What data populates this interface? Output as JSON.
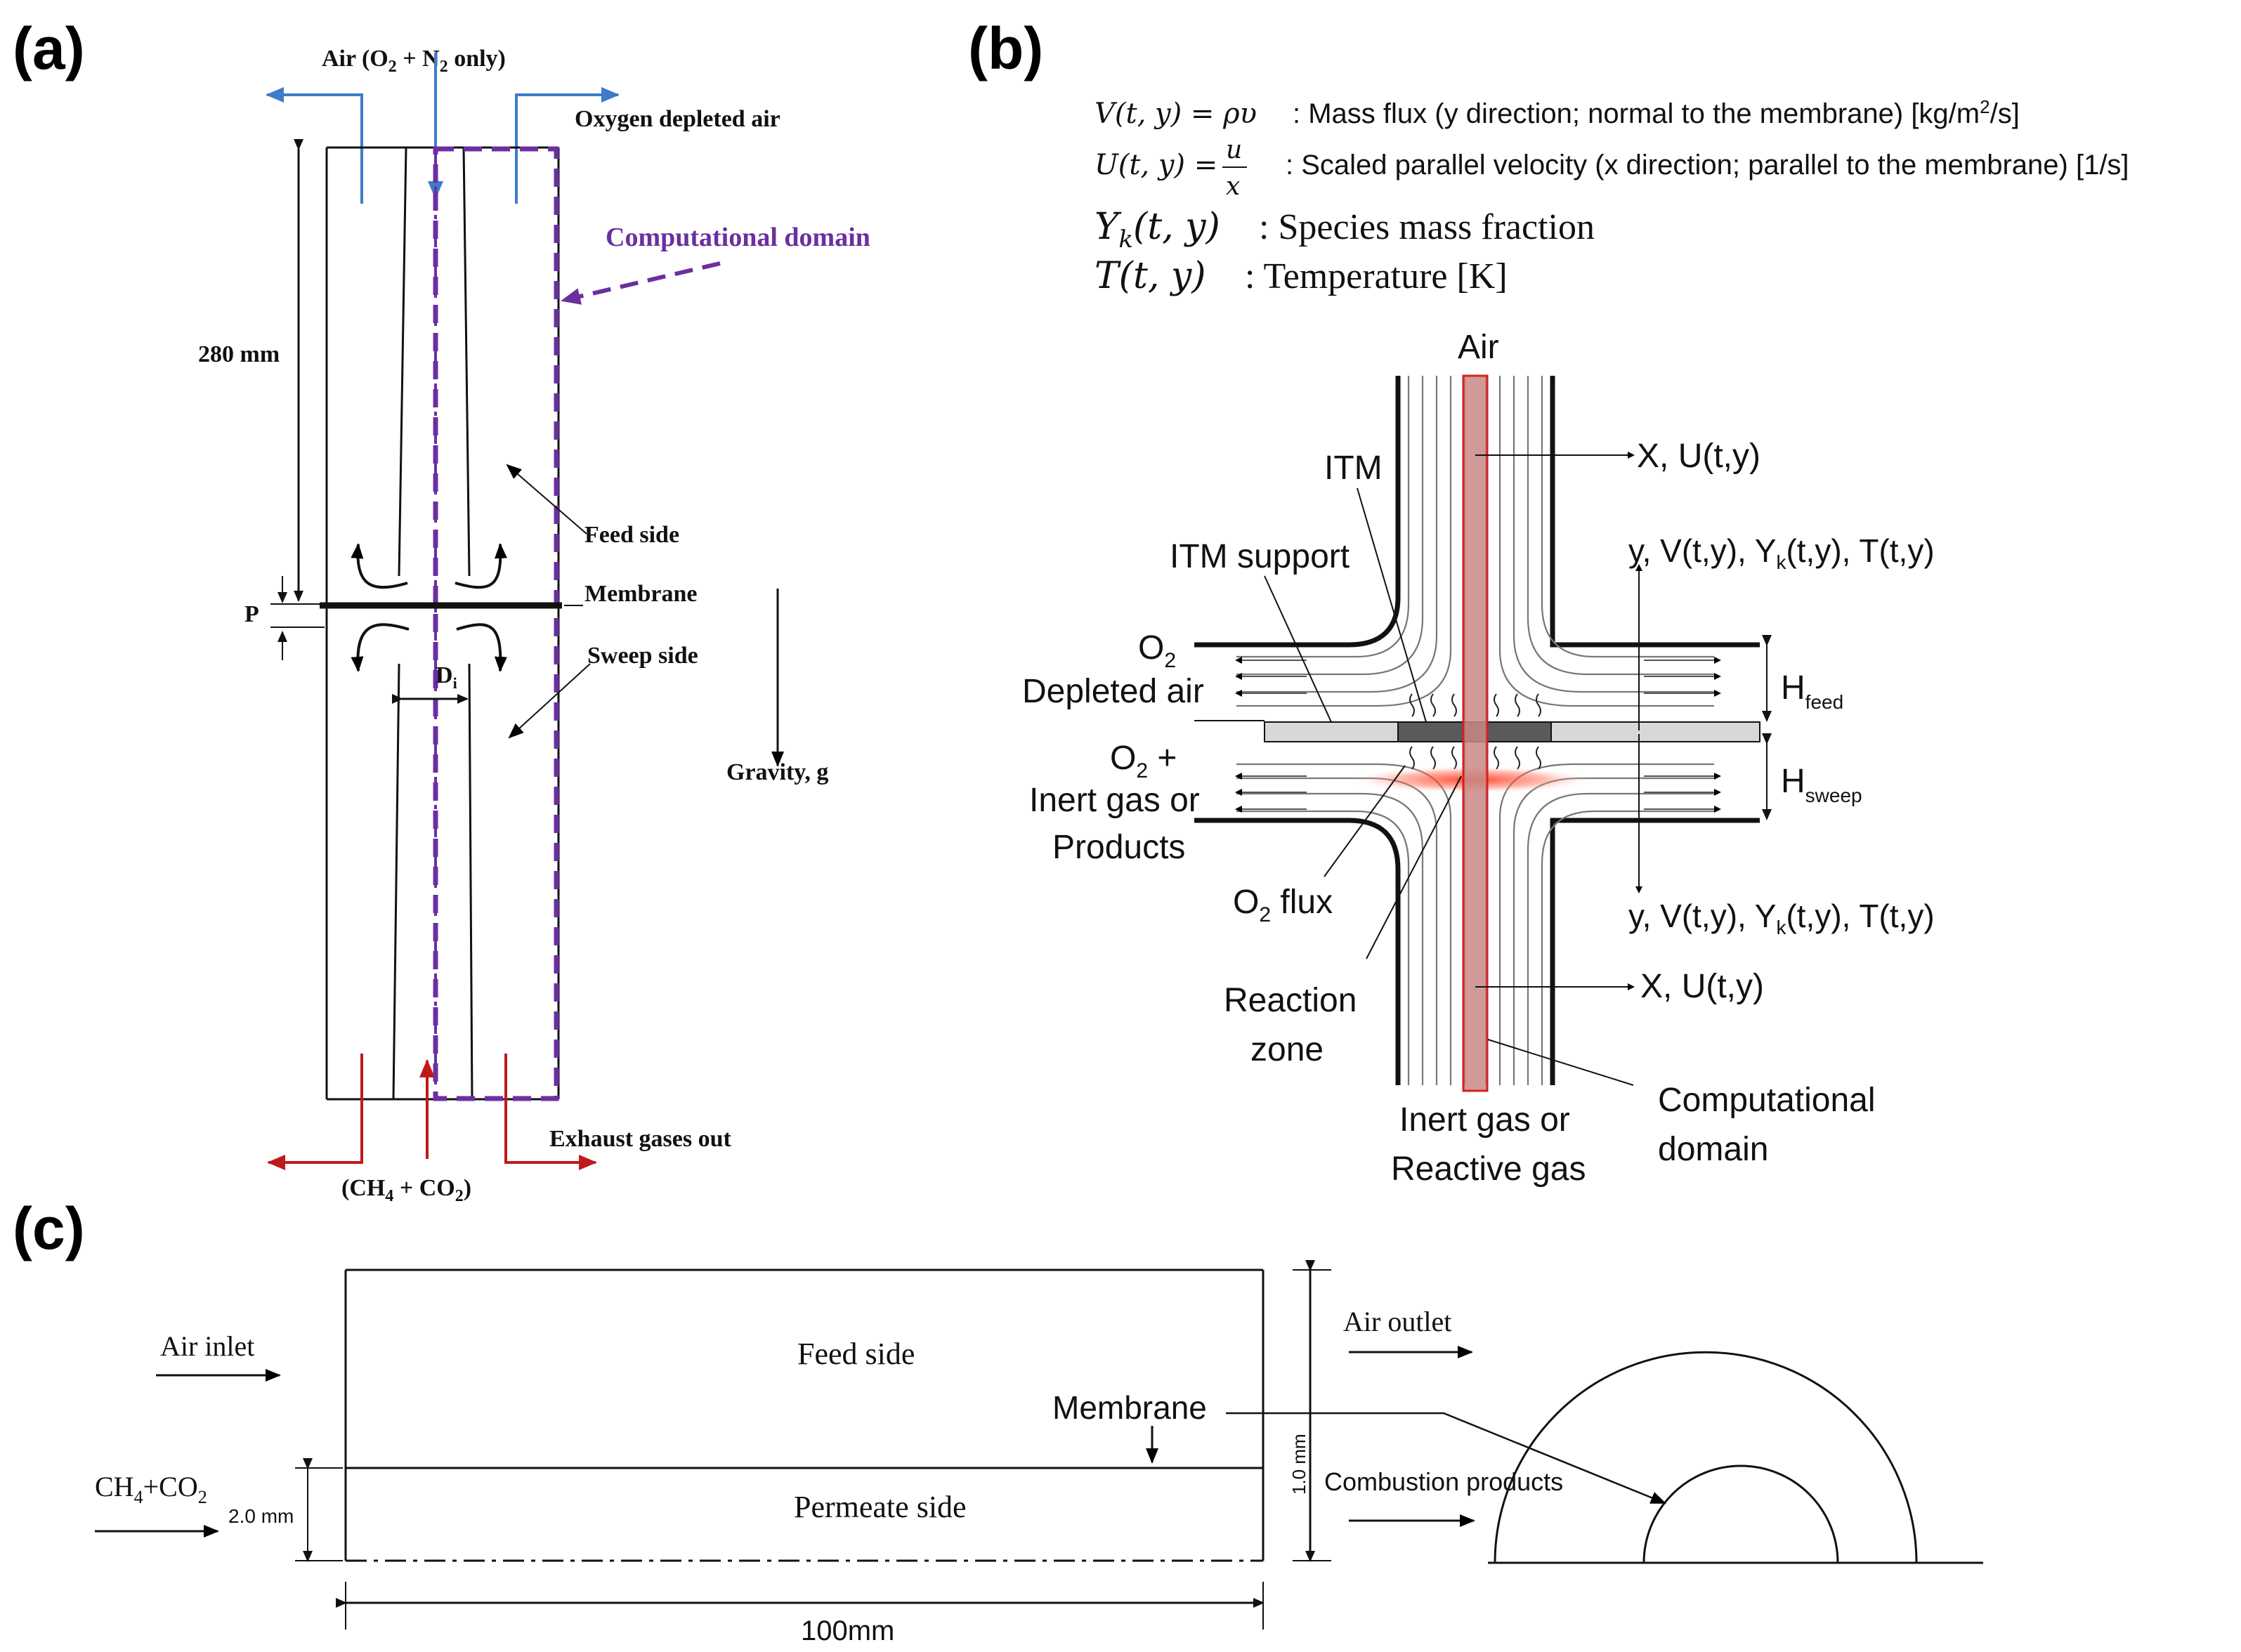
{
  "panel_a": {
    "label": "(a)",
    "air_in": "Air (O",
    "air_in_sub": "2",
    "air_in_mid": " + N",
    "air_in_sub2": "2",
    "air_in_end": " only)",
    "oxygen_depleted": "Oxygen depleted air",
    "computational_domain": "Computational  domain",
    "length": "280 mm",
    "feed_side": "Feed side",
    "membrane": "Membrane",
    "p_label": "P",
    "sweep_side": "Sweep side",
    "di_label": "D",
    "di_sub": "i",
    "gravity": "Gravity, g",
    "exhaust": "Exhaust gases out",
    "ch4_a": "(CH",
    "ch4_sub": "4",
    "ch4_b": " + CO",
    "co2_sub": "2",
    "ch4_c": ")",
    "colors": {
      "blue": "#3d7cc9",
      "red": "#c0191b",
      "purple": "#6b2fa0"
    }
  },
  "panel_b": {
    "label": "(b)",
    "eq1_lhs": "V(t, y) = ρυ",
    "eq1_desc": ": Mass flux (y direction; normal to the membrane) [kg/m",
    "eq1_sup": "2",
    "eq1_end": "/s]",
    "eq2_lhs": "U(t, y) =",
    "eq2_num": "u",
    "eq2_den": "x",
    "eq2_desc": ": Scaled parallel velocity (x direction; parallel to the membrane) [1/s]",
    "eq3_lhs": "Y",
    "eq3_sub": "k",
    "eq3_lhs2": "(t, y)",
    "eq3_desc": ": Species mass fraction",
    "eq4_lhs": "T(t, y)",
    "eq4_desc": ": Temperature [K]",
    "air": "Air",
    "x_top": "X, U(t,y)",
    "itm": "ITM",
    "itm_support": "ITM support",
    "y_top": "y, V(t,y), Y",
    "y_top_sub": "k",
    "y_top_end": "(t,y), T(t,y)",
    "o2": "O",
    "o2_sub": "2",
    "depleted_air": "Depleted air",
    "h_feed": "H",
    "h_feed_sub": "feed",
    "o2_plus": "O",
    "o2_plus_sub": "2",
    "o2_plus_end": " +",
    "inert_or": "Inert gas or",
    "products": "Products",
    "h_sweep": "H",
    "h_sweep_sub": "sweep",
    "o2_flux": "O",
    "o2_flux_sub": "2",
    "o2_flux_end": " flux",
    "y_bot": "y, V(t,y), Y",
    "y_bot_sub": "k",
    "y_bot_end": "(t,y), T(t,y)",
    "reaction": "Reaction",
    "zone": "zone",
    "x_bot": "X, U(t,y)",
    "inert_gas_or": "Inert gas or",
    "reactive_gas": "Reactive gas",
    "comp": "Computational",
    "domain": "domain",
    "colors": {
      "red_fill": "#c98886",
      "red_edge": "#d42020",
      "glow": "#ff5030"
    }
  },
  "panel_c": {
    "label": "(c)",
    "air_inlet": "Air inlet",
    "feed_side": "Feed side",
    "membrane": "Membrane",
    "ch4": "CH",
    "ch4_sub": "4",
    "ch4_end": "+CO",
    "co2_sub": "2",
    "two_mm": "2.0 mm",
    "permeate": "Permeate side",
    "one_mm": "1.0 mm",
    "air_outlet": "Air outlet",
    "combustion": "Combustion products",
    "hundred_mm": "100mm"
  }
}
